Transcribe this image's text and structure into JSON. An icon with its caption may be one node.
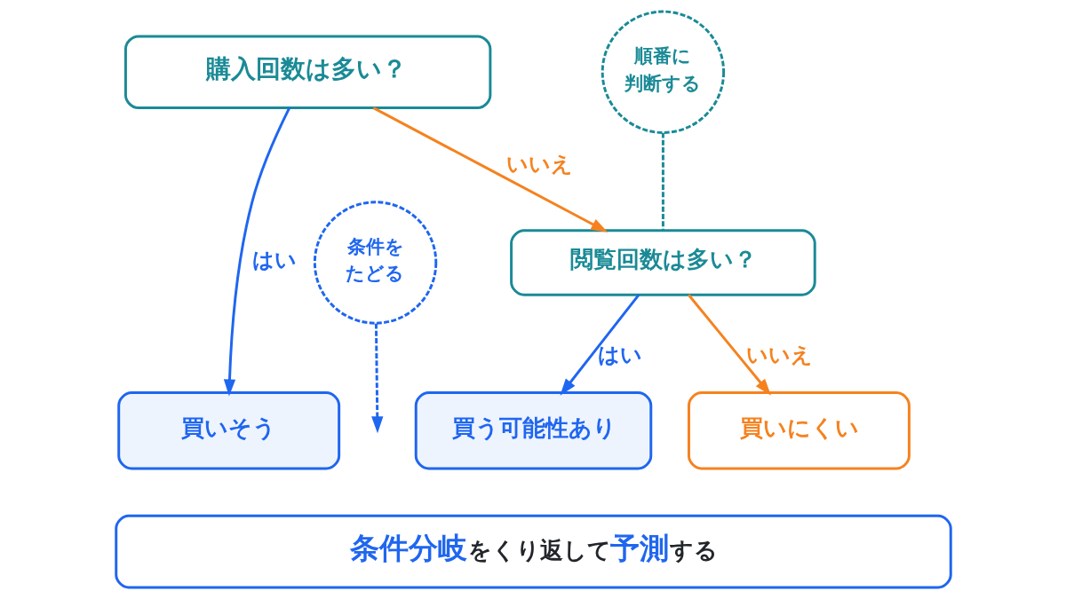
{
  "diagram": {
    "nodes": [
      {
        "text": [
          "購入回数は多い？"
        ]
      },
      {
        "text": [
          "条件をたどる"
        ]
      },
      {
        "text": [
          "順番に判断する"
        ]
      },
      {
        "text": [
          "閲覧回数は多い？"
        ]
      },
      {
        "text": [
          "買いそう"
        ]
      },
      {
        "text": [
          "買う可能性あり"
        ]
      },
      {
        "text": [
          "買いにくい"
        ]
      },
      {
        "text": [
          "**条件分岐**をくり返して**予測**する"
        ]
      }
    ],
    "edges": [
      {
        "from": 0,
        "to": 4,
        "arrow": "to",
        "label": "はい"
      },
      {
        "from": 0,
        "to": 3,
        "arrow": "to",
        "label": "いいえ",
        "color": "#f5821f"
      },
      {
        "from": 3,
        "to": 5,
        "arrow": "to",
        "label": "はい"
      },
      {
        "from": 3,
        "to": 6,
        "arrow": "to",
        "label": "いいえ",
        "color": "#f5821f"
      },
      {
        "from": 1,
        "to": null,
        "arrow": "to",
        "style": "dashed"
      },
      {
        "from": 2,
        "to": 3,
        "arrow": "none",
        "style": "dashed",
        "color": "#1a8a96"
      }
    ]
  }
}
